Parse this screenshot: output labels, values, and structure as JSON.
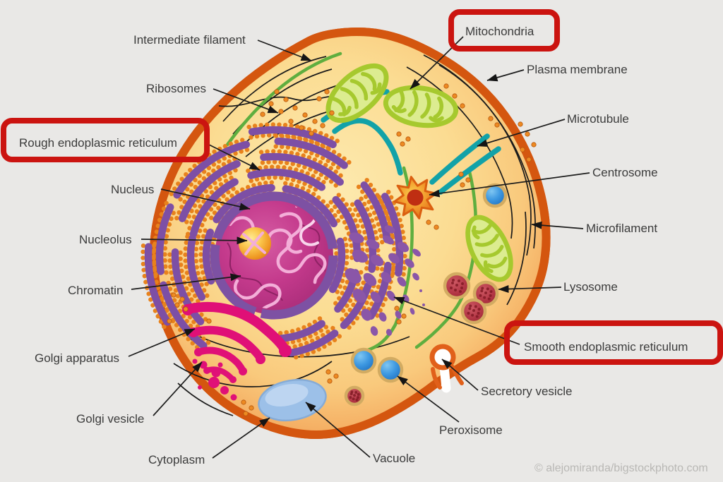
{
  "diagram": {
    "watermark": "© alejomiranda/bigstockphoto.com",
    "labels": [
      {
        "id": "intermediate-filament",
        "text": "Intermediate filament",
        "highlighted": false
      },
      {
        "id": "ribosomes",
        "text": "Ribosomes",
        "highlighted": false
      },
      {
        "id": "rough-endoplasmic-reticulum",
        "text": "Rough endoplasmic reticulum",
        "highlighted": true
      },
      {
        "id": "nucleus",
        "text": "Nucleus",
        "highlighted": false
      },
      {
        "id": "nucleolus",
        "text": "Nucleolus",
        "highlighted": false
      },
      {
        "id": "chromatin",
        "text": "Chromatin",
        "highlighted": false
      },
      {
        "id": "golgi-apparatus",
        "text": "Golgi apparatus",
        "highlighted": false
      },
      {
        "id": "golgi-vesicle",
        "text": "Golgi vesicle",
        "highlighted": false
      },
      {
        "id": "cytoplasm",
        "text": "Cytoplasm",
        "highlighted": false
      },
      {
        "id": "vacuole",
        "text": "Vacuole",
        "highlighted": false
      },
      {
        "id": "mitochondria",
        "text": "Mitochondria",
        "highlighted": true
      },
      {
        "id": "plasma-membrane",
        "text": "Plasma membrane",
        "highlighted": false
      },
      {
        "id": "microtubule",
        "text": "Microtubule",
        "highlighted": false
      },
      {
        "id": "centrosome",
        "text": "Centrosome",
        "highlighted": false
      },
      {
        "id": "microfilament",
        "text": "Microfilament",
        "highlighted": false
      },
      {
        "id": "lysosome",
        "text": "Lysosome",
        "highlighted": false
      },
      {
        "id": "smooth-endoplasmic-reticulum",
        "text": "Smooth endoplasmic reticulum",
        "highlighted": true
      },
      {
        "id": "secretory-vesicle",
        "text": "Secretory vesicle",
        "highlighted": false
      },
      {
        "id": "peroxisome",
        "text": "Peroxisome",
        "highlighted": false
      }
    ],
    "colors": {
      "background": "#e9e8e6",
      "highlight_box": "#cb1410",
      "label_text": "#3b3b3b",
      "watermark_text": "#b9b8b5",
      "plasma_membrane": "#e1601a",
      "cytoplasm": "#fbdc92",
      "nucleus": "#c43a8c",
      "nuclear_envelope": "#7d51a3",
      "nucleolus": "#f0a228",
      "rough_er": "#7d4fa5",
      "ribosome_dot": "#e8821c",
      "mitochondria": "#a6c92e",
      "microtubule": "#12a2a8",
      "microfilament": "#5fae3f",
      "intermediate_filament": "#1a1a1a",
      "golgi": "#e01077",
      "vacuole": "#9cc0e8",
      "peroxisome": "#2e86d4",
      "lysosome": "#a82e3c",
      "centrosome": "#e8711d"
    }
  }
}
